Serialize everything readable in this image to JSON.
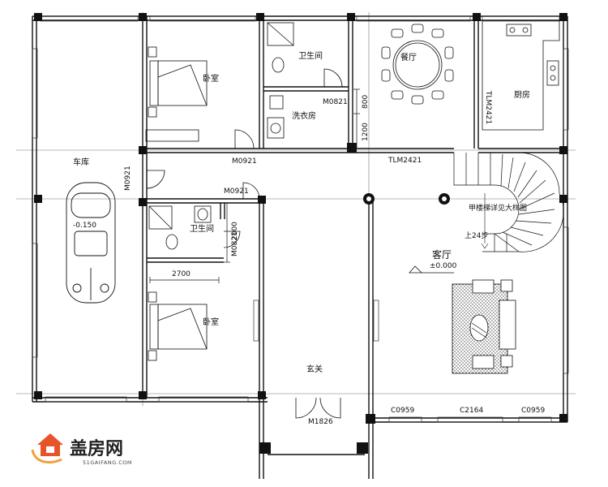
{
  "rooms": {
    "garage": "车库",
    "bedroom_top": "卧室",
    "bathroom_top": "卫生间",
    "laundry": "洗衣房",
    "dining": "餐厅",
    "kitchen": "厨房",
    "bathroom_mid": "卫生间",
    "bedroom_bottom": "卧室",
    "foyer": "玄关",
    "living": "客厅"
  },
  "codes": {
    "m0821_top": "M0821",
    "m0921_a": "M0921",
    "m0921_side": "M0921",
    "m0921_b": "M0921",
    "m0821_side": "M0821",
    "tlm2421_kitchen": "TLM2421",
    "tlm2421_dining": "TLM2421",
    "c0959_left": "C0959",
    "c2164": "C2164",
    "c0959_right": "C0959",
    "m1826": "M1826"
  },
  "dims": {
    "d800": "800",
    "d1200": "1200",
    "d2000": "2000",
    "d2700": "2700"
  },
  "levels": {
    "garage": "-0.150",
    "living": "±0.000"
  },
  "notes": {
    "stair_detail": "甲楼梯详见大样图",
    "stair_up": "上24步"
  },
  "logo": {
    "name": "盖房网",
    "domain": "51GAIFANG.COM",
    "brand_color": "#e8542a"
  }
}
